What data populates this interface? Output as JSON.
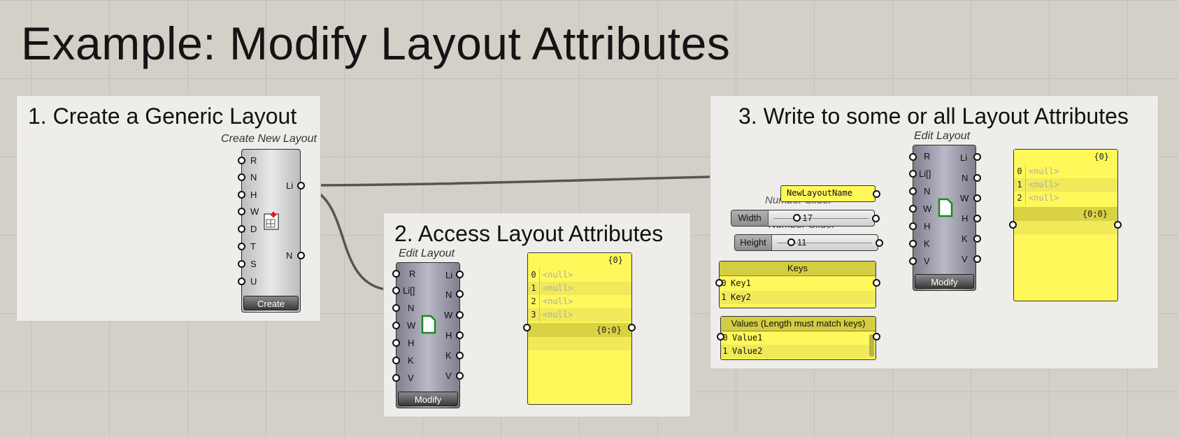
{
  "title": "Example: Modify Layout Attributes",
  "group1": {
    "title": "1. Create a Generic Layout",
    "component": {
      "name": "Create New Layout",
      "inputs": [
        "R",
        "N",
        "H",
        "W",
        "D",
        "T",
        "S",
        "U"
      ],
      "outputs": [
        "Li",
        "N"
      ],
      "button": "Create",
      "icon": "new-layout-icon"
    }
  },
  "group2": {
    "title": "2. Access Layout Attributes",
    "component": {
      "name": "Edit Layout",
      "inputs": [
        "R",
        "Li[]",
        "N",
        "W",
        "H",
        "K",
        "V"
      ],
      "outputs": [
        "Li",
        "N",
        "W",
        "H",
        "K",
        "V"
      ],
      "button": "Modify",
      "icon": "layout-page-icon"
    },
    "panel": {
      "header": "{0}",
      "rows": [
        {
          "idx": "0",
          "val": "<null>"
        },
        {
          "idx": "1",
          "val": "<null>"
        },
        {
          "idx": "2",
          "val": "<null>"
        },
        {
          "idx": "3",
          "val": "<null>"
        }
      ],
      "footer": "{0;0}"
    }
  },
  "group3": {
    "title": "3. Write to some or all Layout Attributes",
    "component": {
      "name": "Edit Layout",
      "inputs": [
        "R",
        "Li[]",
        "N",
        "W",
        "H",
        "K",
        "V"
      ],
      "outputs": [
        "Li",
        "N",
        "W",
        "H",
        "K",
        "V"
      ],
      "button": "Modify",
      "icon": "layout-page-icon"
    },
    "name_panel": "NewLayoutName",
    "ghost_label": "Number Slider",
    "slider_width": {
      "label": "Width",
      "value": "17",
      "fraction": 0.22
    },
    "slider_height": {
      "label": "Height",
      "value": "11",
      "fraction": 0.12
    },
    "keys_panel": {
      "title": "Keys",
      "rows": [
        {
          "idx": "0",
          "val": "Key1"
        },
        {
          "idx": "1",
          "val": "Key2"
        }
      ]
    },
    "values_panel": {
      "title": "Values (Length must match keys)",
      "rows": [
        {
          "idx": "0",
          "val": "Value1"
        },
        {
          "idx": "1",
          "val": "Value2"
        }
      ]
    },
    "panel": {
      "header": "{0}",
      "rows": [
        {
          "idx": "0",
          "val": "<null>"
        },
        {
          "idx": "1",
          "val": "<null>"
        },
        {
          "idx": "2",
          "val": "<null>"
        }
      ],
      "footer": "{0;0}"
    }
  },
  "colors": {
    "wire": "#555555",
    "wire_alert": "#f06a3c",
    "panel": "#fff85a"
  }
}
